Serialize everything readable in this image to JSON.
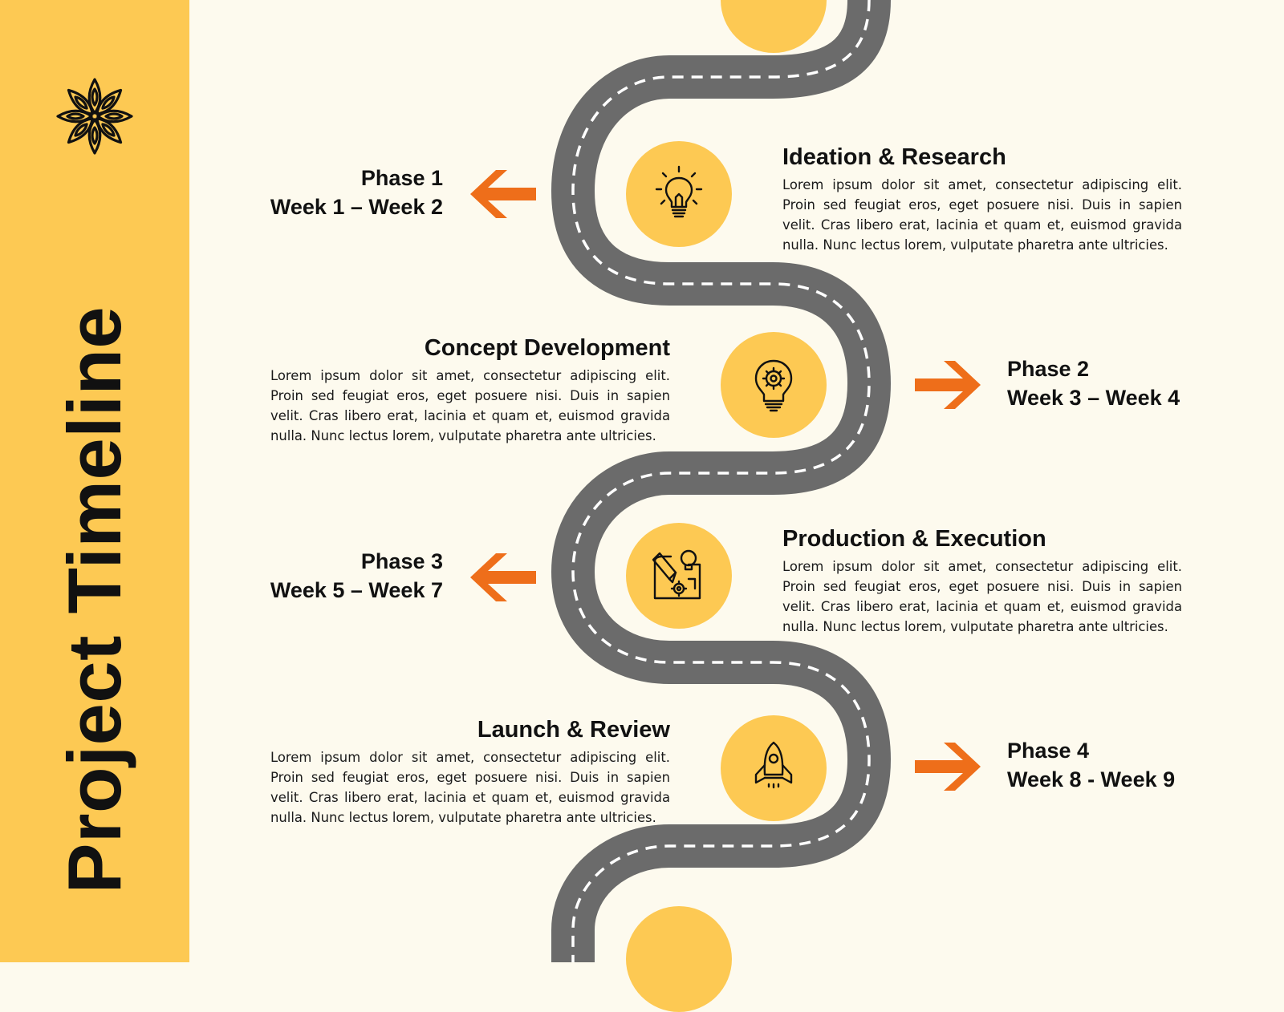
{
  "title": "Project Timeline",
  "colors": {
    "sidebar": "#fdc953",
    "background": "#fdfaee",
    "road": "#6b6b6b",
    "road_dash": "#ffffff",
    "arrow": "#ee6e1a",
    "circle": "#fdc953"
  },
  "logo_icon": "flower-ornament-icon",
  "phases": [
    {
      "phase_label": "Phase 1",
      "weeks": "Week 1 – Week 2",
      "heading": "Ideation & Research",
      "description": "Lorem ipsum dolor sit amet, consectetur adipiscing elit. Proin sed feugiat eros, eget posuere nisi. Duis in sapien velit. Cras libero erat, lacinia et quam et, euismod gravida nulla. Nunc lectus lorem, vulputate pharetra ante ultricies.",
      "icon": "lightbulb-icon"
    },
    {
      "phase_label": "Phase 2",
      "weeks": "Week 3 – Week 4",
      "heading": "Concept Development",
      "description": "Lorem ipsum dolor sit amet, consectetur adipiscing elit. Proin sed feugiat eros, eget posuere nisi. Duis in sapien velit. Cras libero erat, lacinia et quam et, euismod gravida nulla. Nunc lectus lorem, vulputate pharetra ante ultricies.",
      "icon": "gear-bulb-icon"
    },
    {
      "phase_label": "Phase 3",
      "weeks": "Week 5 – Week 7",
      "heading": "Production & Execution",
      "description": "Lorem ipsum dolor sit amet, consectetur adipiscing elit. Proin sed feugiat eros, eget posuere nisi. Duis in sapien velit. Cras libero erat, lacinia et quam et, euismod gravida nulla. Nunc lectus lorem, vulputate pharetra ante ultricies.",
      "icon": "blueprint-icon"
    },
    {
      "phase_label": "Phase 4",
      "weeks": "Week 8 - Week 9",
      "heading": "Launch & Review",
      "description": "Lorem ipsum dolor sit amet, consectetur adipiscing elit. Proin sed feugiat eros, eget posuere nisi. Duis in sapien velit. Cras libero erat, lacinia et quam et, euismod gravida nulla. Nunc lectus lorem, vulputate pharetra ante ultricies.",
      "icon": "rocket-icon"
    }
  ]
}
